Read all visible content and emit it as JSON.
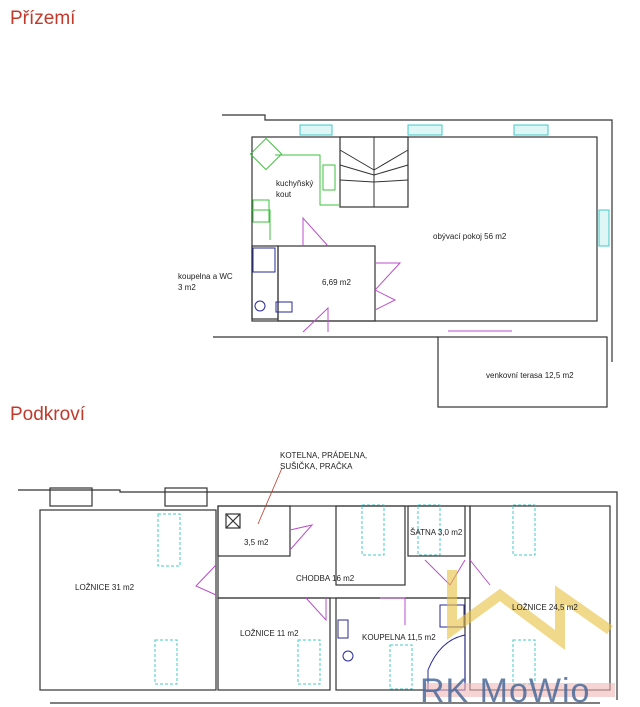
{
  "ground_floor": {
    "title": "Přízemí",
    "rooms": {
      "kitchen": "kuchyňský",
      "kitchen_2": "kout",
      "living": "obývací pokoj 56 m2",
      "bath": "koupelna a WC",
      "bath_area": "3 m2",
      "hall": "6,69 m2",
      "terrace": "venkovní terasa 12,5 m2"
    }
  },
  "upper_floor": {
    "title": "Podkroví",
    "annotation_1": "KOTELNA, PRÁDELNA,",
    "annotation_2": "SUŠIČKA, PRAČKA",
    "rooms": {
      "utility": "3,5 m2",
      "bedroom_large": "LOŽNICE 31 m2",
      "corridor": "CHODBA 16 m2",
      "wardrobe": "ŠATNA 3,0 m2",
      "bedroom_right": "LOŽNICE 24,5 m2",
      "bedroom_small": "LOŽNICE 11 m2",
      "bathroom": "KOUPELNA 11,5 m2"
    }
  },
  "watermark": "RK MoWio",
  "colors": {
    "title": "#c0392b",
    "door": "#b84fc8",
    "window": "#40c8c8",
    "kitchen": "#3cc23c",
    "logo": "#e8c040"
  }
}
